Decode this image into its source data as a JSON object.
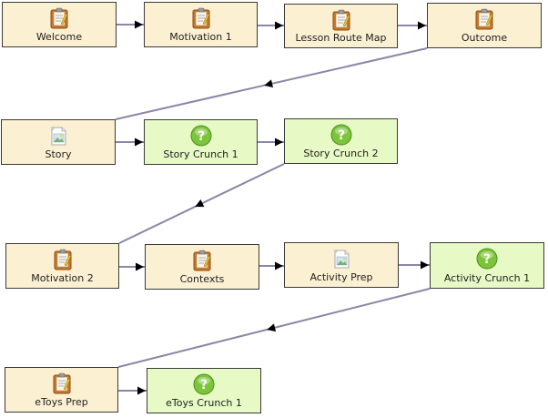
{
  "nodes": [
    {
      "id": "welcome",
      "label": "Welcome",
      "type": "activity",
      "icon": "notepad-icon"
    },
    {
      "id": "motivation-1",
      "label": "Motivation 1",
      "type": "activity",
      "icon": "notepad-icon"
    },
    {
      "id": "lesson-route-map",
      "label": "Lesson Route Map",
      "type": "activity",
      "icon": "notepad-icon"
    },
    {
      "id": "outcome",
      "label": "Outcome",
      "type": "activity",
      "icon": "notepad-icon"
    },
    {
      "id": "story",
      "label": "Story",
      "type": "activity",
      "icon": "image-document-icon"
    },
    {
      "id": "story-crunch-1",
      "label": "Story Crunch 1",
      "type": "crunch",
      "icon": "question-icon"
    },
    {
      "id": "story-crunch-2",
      "label": "Story Crunch 2",
      "type": "crunch",
      "icon": "question-icon"
    },
    {
      "id": "motivation-2",
      "label": "Motivation 2",
      "type": "activity",
      "icon": "notepad-icon"
    },
    {
      "id": "contexts",
      "label": "Contexts",
      "type": "activity",
      "icon": "notepad-icon"
    },
    {
      "id": "activity-prep",
      "label": "Activity Prep",
      "type": "activity",
      "icon": "image-document-icon"
    },
    {
      "id": "activity-crunch-1",
      "label": "Activity Crunch 1",
      "type": "crunch",
      "icon": "question-icon"
    },
    {
      "id": "etoys-prep",
      "label": "eToys Prep",
      "type": "activity",
      "icon": "notepad-icon"
    },
    {
      "id": "etoys-crunch-1",
      "label": "eToys Crunch 1",
      "type": "crunch",
      "icon": "question-icon"
    }
  ],
  "edges": [
    {
      "from": "welcome",
      "to": "motivation-1"
    },
    {
      "from": "motivation-1",
      "to": "lesson-route-map"
    },
    {
      "from": "lesson-route-map",
      "to": "outcome"
    },
    {
      "from": "outcome",
      "to": "story"
    },
    {
      "from": "story",
      "to": "story-crunch-1"
    },
    {
      "from": "story-crunch-1",
      "to": "story-crunch-2"
    },
    {
      "from": "story-crunch-2",
      "to": "motivation-2"
    },
    {
      "from": "motivation-2",
      "to": "contexts"
    },
    {
      "from": "contexts",
      "to": "activity-prep"
    },
    {
      "from": "activity-prep",
      "to": "activity-crunch-1"
    },
    {
      "from": "activity-crunch-1",
      "to": "etoys-prep"
    },
    {
      "from": "etoys-prep",
      "to": "etoys-crunch-1"
    }
  ],
  "colors": {
    "activity_fill": "#fcf0d2",
    "crunch_fill": "#e7f9c4",
    "border": "#3a3a3a",
    "connector": "#8a86a6",
    "arrowhead": "#000000",
    "question_green": "#7cc43a"
  }
}
